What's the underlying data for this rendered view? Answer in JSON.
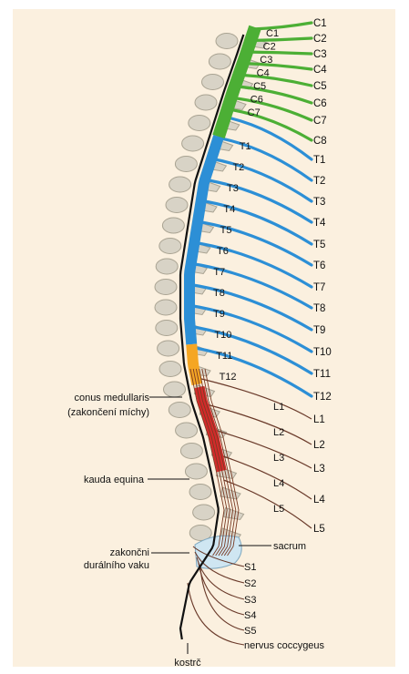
{
  "colors": {
    "cervical": "#4caf35",
    "thoracic": "#2c8fd6",
    "conus": "#f5a623",
    "cauda": "#d42a2a",
    "bone": "#d8d3c6",
    "background": "#fbf0df"
  },
  "labels": {
    "right": [
      "C1",
      "C2",
      "C3",
      "C4",
      "C5",
      "C6",
      "C7",
      "C8",
      "T1",
      "T2",
      "T3",
      "T4",
      "T5",
      "T6",
      "T7",
      "T8",
      "T9",
      "T10",
      "T11",
      "T12",
      "L1",
      "L2",
      "L3",
      "L4",
      "L5"
    ],
    "inner": [
      "C1",
      "C2",
      "C3",
      "C4",
      "C5",
      "C6",
      "C7",
      "T1",
      "T2",
      "T3",
      "T4",
      "T5",
      "T6",
      "T7",
      "T8",
      "T9",
      "T10",
      "T11",
      "T12",
      "L1",
      "L2",
      "L3",
      "L4",
      "L5"
    ],
    "sacral": [
      "S1",
      "S2",
      "S3",
      "S4",
      "S5"
    ],
    "sacrum": "sacrum",
    "coccygeus": "nervus coccygeus",
    "kostrc": "kostrč",
    "conus_line1": "conus medullaris",
    "conus_line2": "(zakončení míchy)",
    "cauda_equina": "kauda equina",
    "dural_line1": "zakončni",
    "dural_line2": "durálního vaku"
  }
}
